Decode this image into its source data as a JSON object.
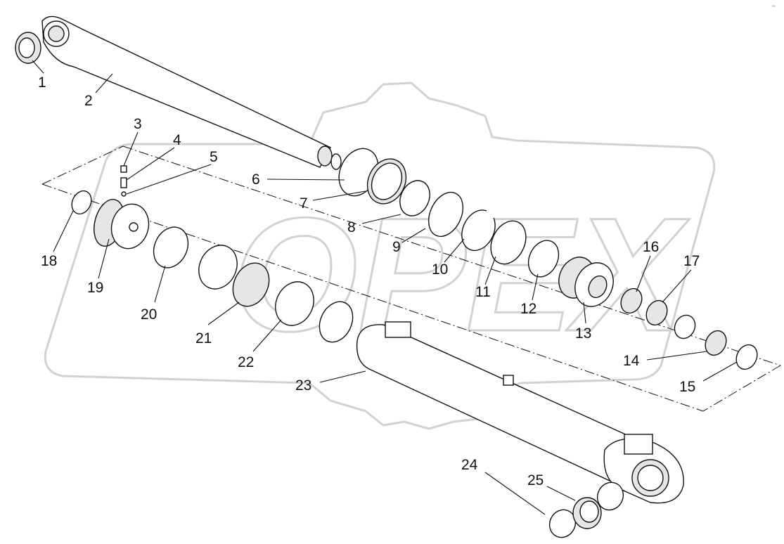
{
  "diagram": {
    "callouts": [
      "1",
      "2",
      "3",
      "4",
      "5",
      "6",
      "7",
      "8",
      "9",
      "10",
      "11",
      "12",
      "13",
      "14",
      "15",
      "16",
      "17",
      "18",
      "19",
      "20",
      "21",
      "22",
      "23",
      "24",
      "25"
    ],
    "watermark": "OPEX",
    "corner_mark": "°°"
  }
}
